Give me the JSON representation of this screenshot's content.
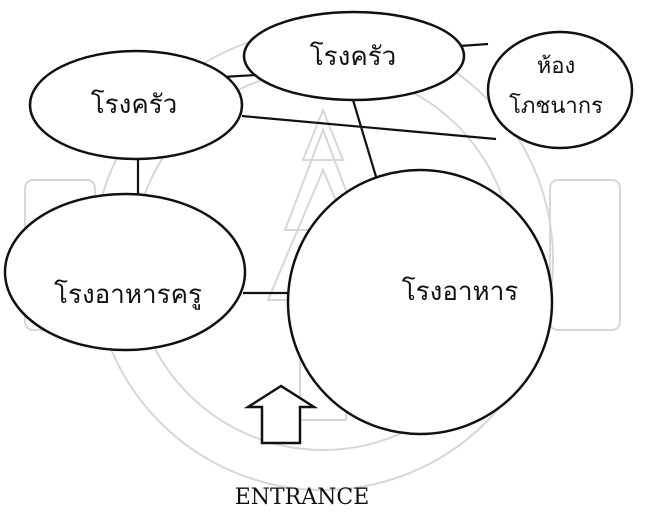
{
  "diagram": {
    "nodes": {
      "kitchen_center": {
        "label": "โรงครัว"
      },
      "kitchen_left": {
        "label": "โรงครัว"
      },
      "eating_room_line1": "ห้อง",
      "eating_room_line2": "โภชนากร",
      "teacher_canteen": {
        "label": "โรงอาหารครู"
      },
      "canteen": {
        "label": "โรงอาหาร"
      }
    },
    "entrance_label": "ENTRANCE"
  },
  "colors": {
    "ink": "#111111",
    "watermark": "#d7d7d7",
    "background": "#ffffff"
  }
}
